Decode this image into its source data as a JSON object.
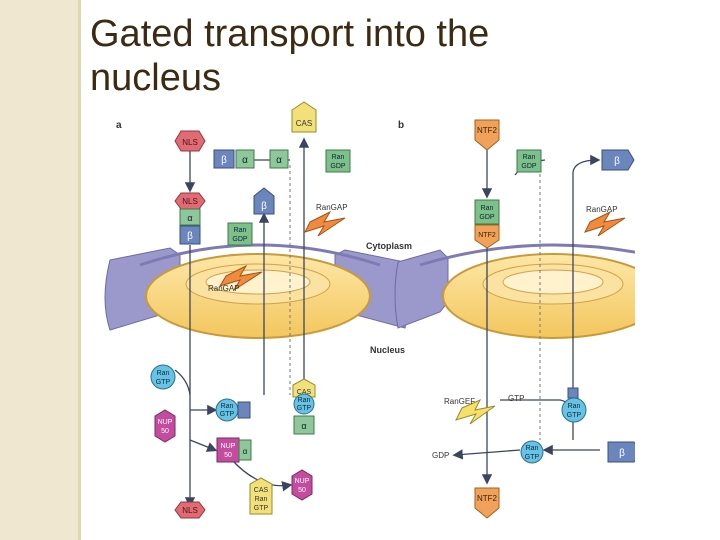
{
  "slide": {
    "title_line1": "Gated transport into the",
    "title_line2": "nucleus"
  },
  "panel_a": {
    "label": "a",
    "cytoplasm": "Cytoplasm",
    "nucleus": "Nucleus",
    "nls": "NLS",
    "alpha": "α",
    "beta": "β",
    "cas": "CAS",
    "ran": "Ran",
    "gdp": "GDP",
    "gtp": "GTP",
    "rangap": "RanGAP",
    "nup": "NUP",
    "nup50": "50"
  },
  "panel_b": {
    "label": "b",
    "ntf2": "NTF2",
    "ran": "Ran",
    "gdp": "GDP",
    "gtp": "GTP",
    "beta": "β",
    "rangap": "RanGAP",
    "rangef": "RanGEF",
    "gtp_free": "GTP",
    "gdp_free": "GDP"
  },
  "colors": {
    "title": "#3c2a12",
    "band": "#efe7cf",
    "membrane": "#9b98cc",
    "pore": "#f7cf72",
    "nls": "#e36a72",
    "importin_alpha": "#8ec79a",
    "importin_beta": "#6b86bd",
    "cas": "#f2e07a",
    "ran_gdp": "#7cc08a",
    "ran_gtp": "#66c3e5",
    "nup50": "#c44c9e",
    "ntf2": "#f0a25a",
    "rangap": "#f08a3c",
    "rangef": "#f5e06a"
  }
}
